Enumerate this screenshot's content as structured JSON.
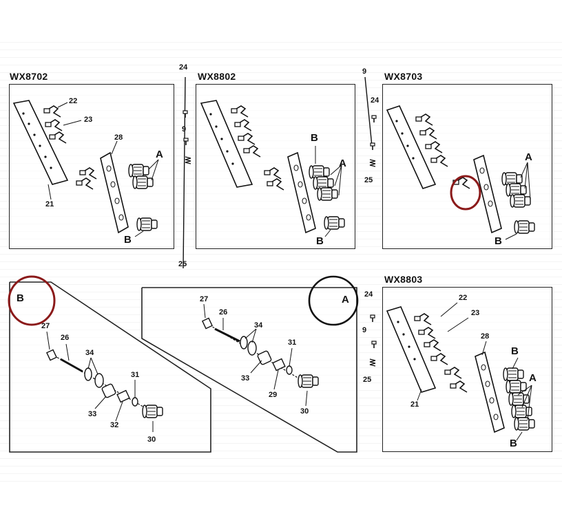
{
  "panels": {
    "wx8702": {
      "title": "WX8702",
      "labels": {
        "n22": "22",
        "n23": "23",
        "n28": "28",
        "n21": "21",
        "a": "A",
        "b": "B"
      }
    },
    "wx8802": {
      "title": "WX8802",
      "labels": {
        "b1": "B",
        "a": "A",
        "b2": "B"
      }
    },
    "wx8703": {
      "title": "WX8703",
      "labels": {
        "n24": "24",
        "n25": "25",
        "a": "A",
        "b": "B"
      }
    },
    "detailB": {
      "title": "B",
      "labels": {
        "n27": "27",
        "n26": "26",
        "n34": "34",
        "n31": "31",
        "n33": "33",
        "n32": "32",
        "n30": "30"
      }
    },
    "detailA": {
      "title": "A",
      "labels": {
        "n27": "27",
        "n26": "26",
        "n34": "34",
        "n31": "31",
        "n33": "33",
        "n29": "29",
        "n30": "30"
      }
    },
    "wx8803": {
      "title": "WX8803",
      "labels": {
        "n22": "22",
        "n23": "23",
        "n28": "28",
        "n21": "21",
        "b1": "B",
        "a": "A",
        "b2": "B",
        "n24": "24",
        "n9": "9",
        "n25": "25"
      }
    }
  },
  "hardware": {
    "col1": {
      "n24": "24",
      "n9": "9",
      "n25": "25"
    },
    "col2": {
      "n9": "9"
    }
  },
  "highlight_colors": {
    "dark_red": "#8b1a1a",
    "black": "#111111"
  }
}
